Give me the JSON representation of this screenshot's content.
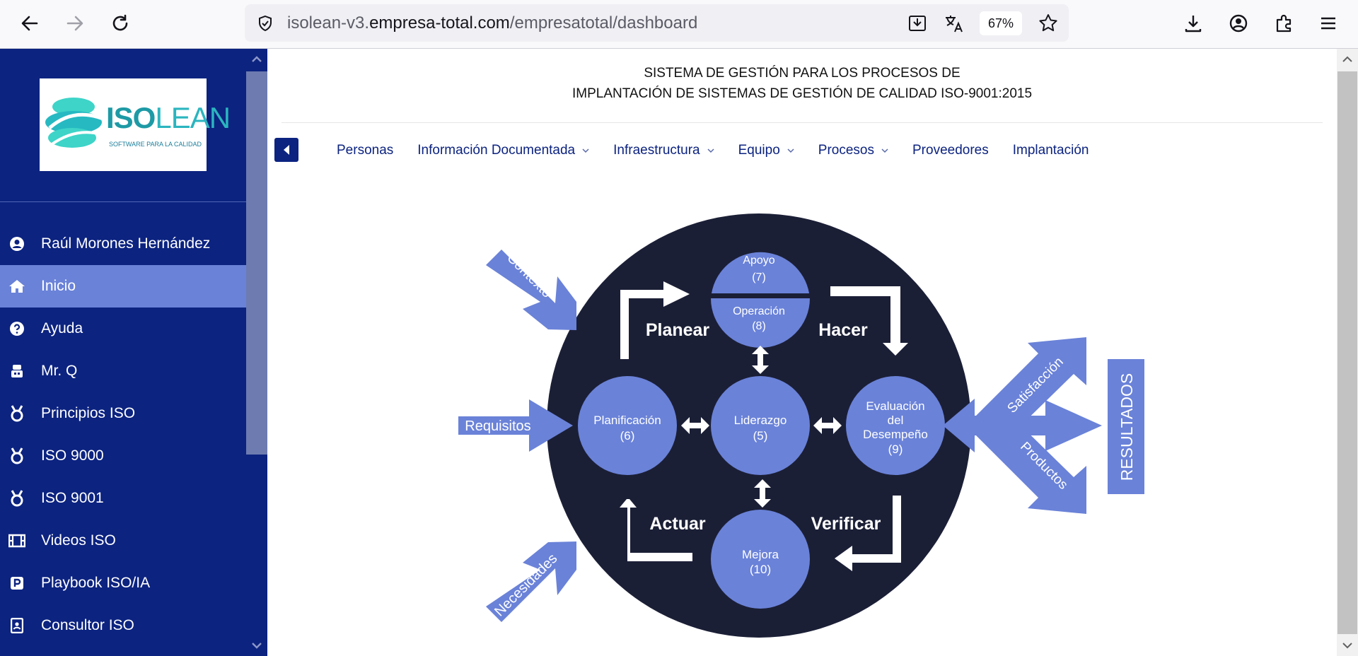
{
  "browser": {
    "url_prefix": "isolean-v3.",
    "url_domain": "empresa-total.com",
    "url_path": "/empresatotal/dashboard",
    "zoom": "67%"
  },
  "sidebar": {
    "logo_main": "ISO",
    "logo_light": "LEAN",
    "logo_tagline": "SOFTWARE PARA LA CALIDAD",
    "user_name": "Raúl Morones Hernández",
    "items": [
      {
        "label": "Inicio",
        "icon": "home-icon",
        "active": true
      },
      {
        "label": "Ayuda",
        "icon": "question-circle-icon"
      },
      {
        "label": "Mr. Q",
        "icon": "robot-icon"
      },
      {
        "label": "Principios ISO",
        "icon": "medal-icon"
      },
      {
        "label": "ISO 9000",
        "icon": "medal-icon"
      },
      {
        "label": "ISO 9001",
        "icon": "medal-icon"
      },
      {
        "label": "Videos ISO",
        "icon": "film-icon"
      },
      {
        "label": "Playbook ISO/IA",
        "icon": "parking-square-icon"
      },
      {
        "label": "Consultor ISO",
        "icon": "id-badge-icon"
      }
    ]
  },
  "header": {
    "title_line1": "SISTEMA DE GESTIÓN PARA LOS PROCESOS DE",
    "title_line2": "IMPLANTACIÓN DE SISTEMAS DE GESTIÓN DE CALIDAD ISO-9001:2015"
  },
  "topnav": [
    {
      "label": "Personas",
      "dropdown": false
    },
    {
      "label": "Información Documentada",
      "dropdown": true
    },
    {
      "label": "Infraestructura",
      "dropdown": true
    },
    {
      "label": "Equipo",
      "dropdown": true
    },
    {
      "label": "Procesos",
      "dropdown": true
    },
    {
      "label": "Proveedores",
      "dropdown": false
    },
    {
      "label": "Implantación",
      "dropdown": false
    }
  ],
  "diagram": {
    "apoyo": "Apoyo",
    "apoyo_num": "(7)",
    "operacion": "Operación",
    "operacion_num": "(8)",
    "planificacion": "Planificación",
    "planificacion_num": "(6)",
    "liderazgo": "Liderazgo",
    "liderazgo_num": "(5)",
    "evaluacion_1": "Evaluación",
    "evaluacion_2": "del",
    "evaluacion_3": "Desempeño",
    "evaluacion_num": "(9)",
    "mejora": "Mejora",
    "mejora_num": "(10)",
    "planear": "Planear",
    "hacer": "Hacer",
    "actuar": "Actuar",
    "verificar": "Verificar",
    "contexto": "Contexto",
    "requisitos": "Requisitos",
    "necesidades": "Necesidades",
    "satisfaccion": "Satisfacción",
    "productos": "Productos",
    "resultados": "RESULTADOS"
  },
  "colors": {
    "sidebar_bg": "#0c2380",
    "sidebar_active": "#6a82d8",
    "nav_text": "#0c2380",
    "diagram_dark": "#1b1f36",
    "diagram_node": "#6a82d8"
  }
}
